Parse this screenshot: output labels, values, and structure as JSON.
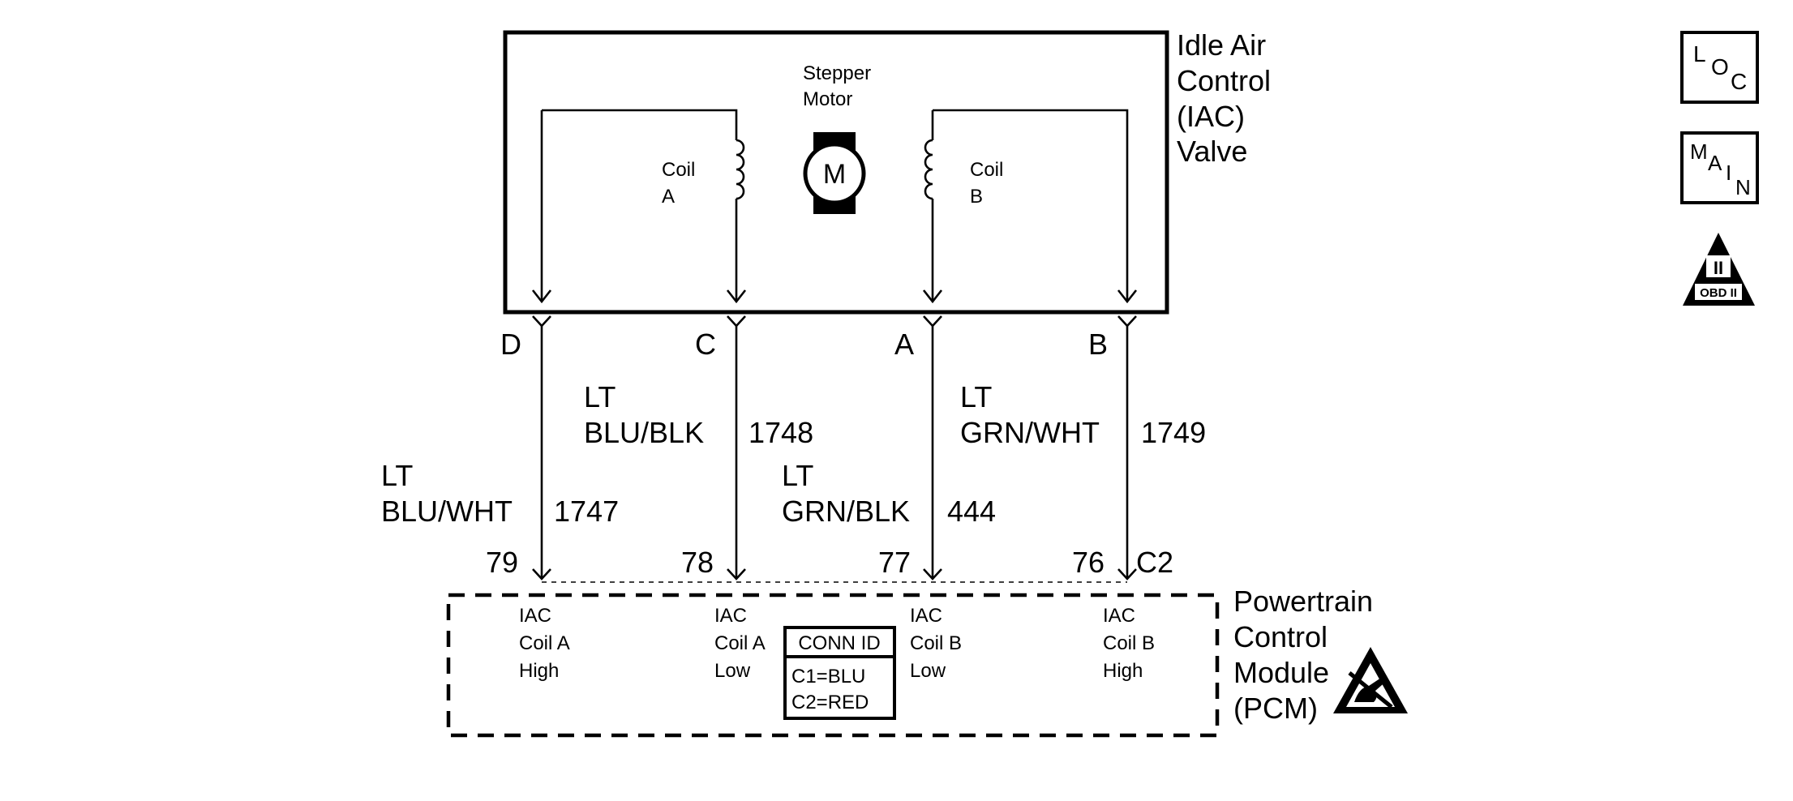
{
  "iac_valve": {
    "title_lines": [
      "Idle Air",
      "Control",
      "(IAC)",
      "Valve"
    ],
    "motor_label_lines": [
      "Stepper",
      "Motor"
    ],
    "motor_symbol": "M",
    "coil_a_lines": [
      "Coil",
      "A"
    ],
    "coil_b_lines": [
      "Coil",
      "B"
    ]
  },
  "wires": [
    {
      "pin": "D",
      "color_lines": [
        "LT",
        "BLU/WHT"
      ],
      "circuit": "1747",
      "pcm_pin": "79",
      "pcm_lines": [
        "IAC",
        "Coil A",
        "High"
      ]
    },
    {
      "pin": "C",
      "color_lines": [
        "LT",
        "BLU/BLK"
      ],
      "circuit": "1748",
      "pcm_pin": "78",
      "pcm_lines": [
        "IAC",
        "Coil A",
        "Low"
      ]
    },
    {
      "pin": "A",
      "color_lines": [
        "LT",
        "GRN/BLK"
      ],
      "circuit": "444",
      "pcm_pin": "77",
      "pcm_lines": [
        "IAC",
        "Coil B",
        "Low"
      ]
    },
    {
      "pin": "B",
      "color_lines": [
        "LT",
        "GRN/WHT"
      ],
      "circuit": "1749",
      "pcm_pin": "76",
      "pcm_lines": [
        "IAC",
        "Coil B",
        "High"
      ]
    }
  ],
  "pcm": {
    "connector": "C2",
    "title_lines": [
      "Powertrain",
      "Control",
      "Module",
      "(PCM)"
    ],
    "conn_id": {
      "header": "CONN ID",
      "rows": [
        "C1=BLU",
        "C2=RED"
      ]
    }
  },
  "side_icons": {
    "loc": [
      "L",
      "O",
      "C"
    ],
    "main": [
      "M",
      "A",
      "I",
      "N"
    ],
    "obd": {
      "numeral": "II",
      "label": "OBD II"
    }
  },
  "icons": [
    "esd-warning-icon",
    "obd-ii-icon",
    "loc-icon",
    "main-icon",
    "motor-icon",
    "coil-icon"
  ]
}
